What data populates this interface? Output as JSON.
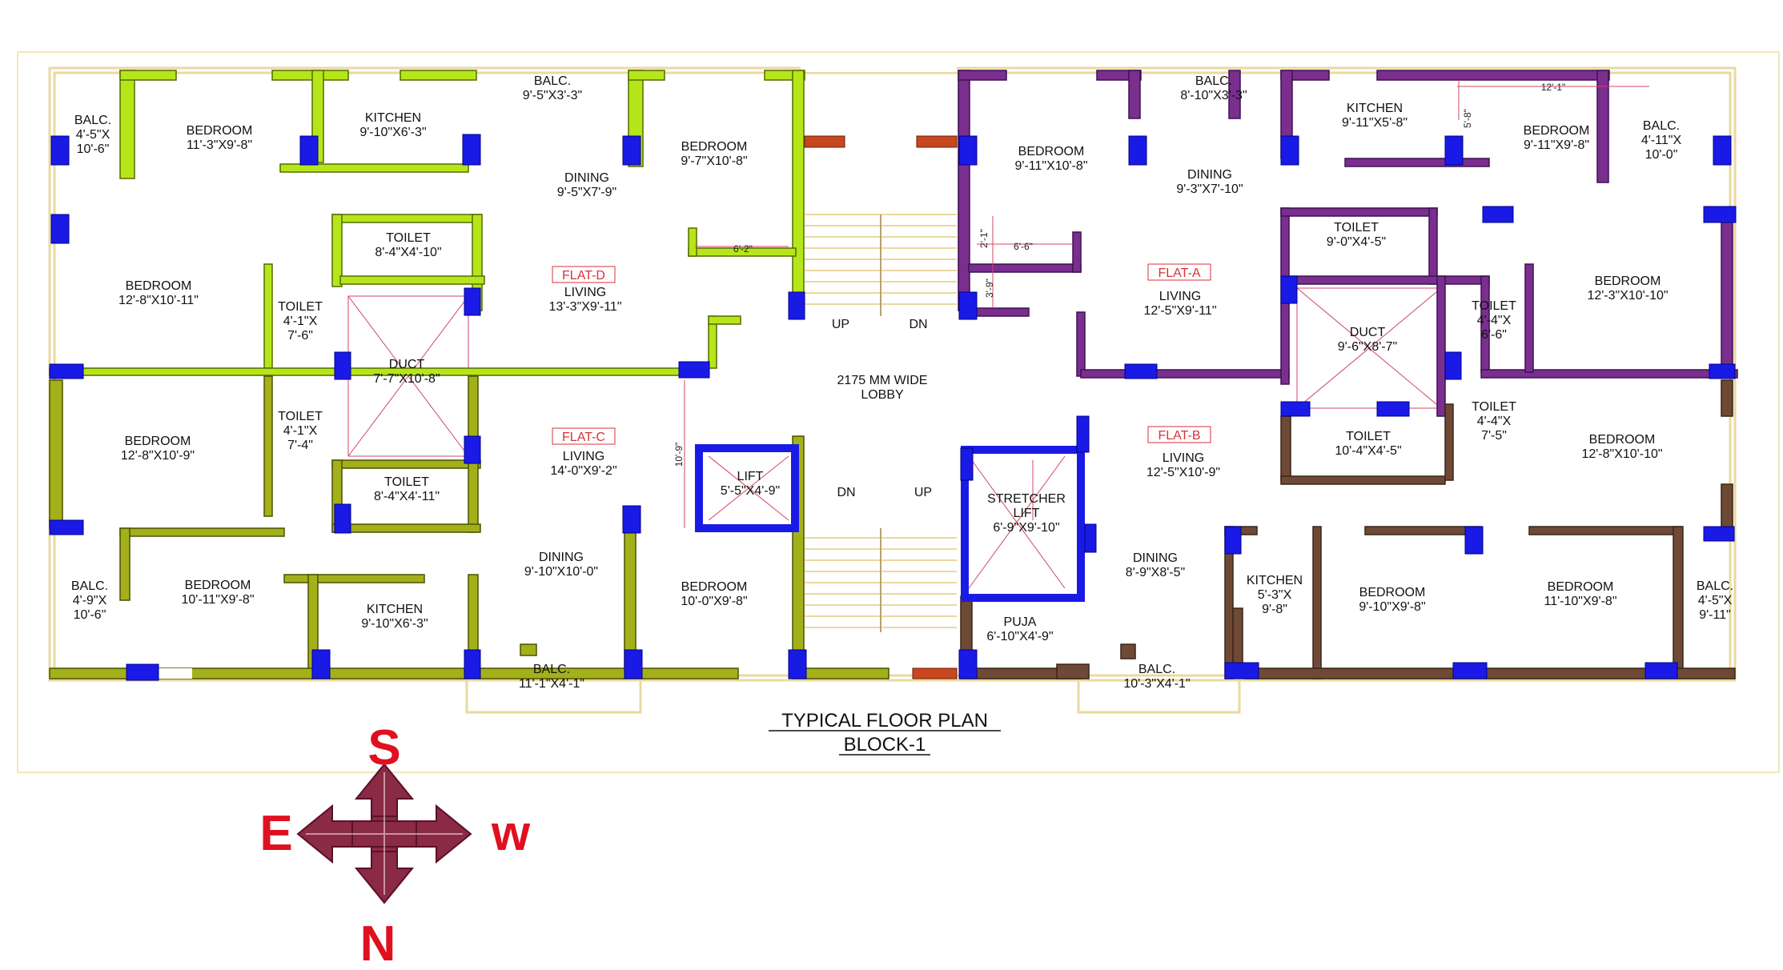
{
  "plan": {
    "title": "TYPICAL FLOOR PLAN",
    "subtitle": "BLOCK-1",
    "colors": {
      "flat_d": "#b6e61a",
      "flat_c": "#a3b01a",
      "flat_a": "#7a2f8f",
      "flat_b": "#6e4a36",
      "column": "#1a1ae6",
      "beam_red": "#c8471e",
      "balcony_rail": "#ead9a0",
      "compass_arrow": "#8a2a44",
      "compass_text": "#e01020",
      "flat_label": "#d8323a"
    },
    "flats": [
      {
        "name": "FLAT-D",
        "key": "d"
      },
      {
        "name": "FLAT-C",
        "key": "c"
      },
      {
        "name": "FLAT-A",
        "key": "a"
      },
      {
        "name": "FLAT-B",
        "key": "b"
      }
    ],
    "rooms": [
      {
        "id": "d-balc-w",
        "lines": [
          "BALC.",
          "4'-5\"X",
          "10'-6\""
        ]
      },
      {
        "id": "d-bedroom-1",
        "lines": [
          "BEDROOM",
          "11'-3\"X9'-8\""
        ]
      },
      {
        "id": "d-kitchen",
        "lines": [
          "KITCHEN",
          "9'-10\"X6'-3\""
        ]
      },
      {
        "id": "d-balc-top",
        "lines": [
          "BALC.",
          "9'-5\"X3'-3\""
        ]
      },
      {
        "id": "d-bedroom-2",
        "lines": [
          "BEDROOM",
          "9'-7\"X10'-8\""
        ]
      },
      {
        "id": "d-dining",
        "lines": [
          "DINING",
          "9'-5\"X7'-9\""
        ]
      },
      {
        "id": "d-toilet-1",
        "lines": [
          "TOILET",
          "8'-4\"X4'-10\""
        ]
      },
      {
        "id": "d-bedroom-3",
        "lines": [
          "BEDROOM",
          "12'-8\"X10'-11\""
        ]
      },
      {
        "id": "d-toilet-2",
        "lines": [
          "TOILET",
          "4'-1\"X",
          "7'-6\""
        ]
      },
      {
        "id": "d-living",
        "lines": [
          "LIVING",
          "13'-3\"X9'-11\""
        ]
      },
      {
        "id": "duct-left",
        "lines": [
          "DUCT",
          "7'-7\"X10'-8\""
        ]
      },
      {
        "id": "c-bedroom-1",
        "lines": [
          "BEDROOM",
          "12'-8\"X10'-9\""
        ]
      },
      {
        "id": "c-toilet-1",
        "lines": [
          "TOILET",
          "4'-1\"X",
          "7'-4\""
        ]
      },
      {
        "id": "c-toilet-2",
        "lines": [
          "TOILET",
          "8'-4\"X4'-11\""
        ]
      },
      {
        "id": "c-living",
        "lines": [
          "LIVING",
          "14'-0\"X9'-2\""
        ]
      },
      {
        "id": "c-balc-w",
        "lines": [
          "BALC.",
          "4'-9\"X",
          "10'-6\""
        ]
      },
      {
        "id": "c-bedroom-2",
        "lines": [
          "BEDROOM",
          "10'-11\"X9'-8\""
        ]
      },
      {
        "id": "c-kitchen",
        "lines": [
          "KITCHEN",
          "9'-10\"X6'-3\""
        ]
      },
      {
        "id": "c-dining",
        "lines": [
          "DINING",
          "9'-10\"X10'-0\""
        ]
      },
      {
        "id": "c-bedroom-3",
        "lines": [
          "BEDROOM",
          "10'-0\"X9'-8\""
        ]
      },
      {
        "id": "c-balc-bottom",
        "lines": [
          "BALC.",
          "11'-1\"X4'-1\""
        ]
      },
      {
        "id": "lift",
        "lines": [
          "LIFT",
          "5'-5\"X4'-9\""
        ]
      },
      {
        "id": "lobby",
        "lines": [
          "2175 MM WIDE",
          "LOBBY"
        ]
      },
      {
        "id": "stretcher-lift",
        "lines": [
          "STRETCHER",
          "LIFT",
          "6'-9\"X9'-10\""
        ]
      },
      {
        "id": "puja",
        "lines": [
          "PUJA",
          "6'-10\"X4'-9\""
        ]
      },
      {
        "id": "a-balc-top",
        "lines": [
          "BALC.",
          "8'-10\"X3'-3\""
        ]
      },
      {
        "id": "a-bedroom-1",
        "lines": [
          "BEDROOM",
          "9'-11\"X10'-8\""
        ]
      },
      {
        "id": "a-dining",
        "lines": [
          "DINING",
          "9'-3\"X7'-10\""
        ]
      },
      {
        "id": "a-kitchen",
        "lines": [
          "KITCHEN",
          "9'-11\"X5'-8\""
        ]
      },
      {
        "id": "a-bedroom-2",
        "lines": [
          "BEDROOM",
          "9'-11\"X9'-8\""
        ]
      },
      {
        "id": "a-balc-e",
        "lines": [
          "BALC.",
          "4'-11\"X",
          "10'-0\""
        ]
      },
      {
        "id": "a-toilet-1",
        "lines": [
          "TOILET",
          "9'-0\"X4'-5\""
        ]
      },
      {
        "id": "a-living",
        "lines": [
          "LIVING",
          "12'-5\"X9'-11\""
        ]
      },
      {
        "id": "a-bedroom-3",
        "lines": [
          "BEDROOM",
          "12'-3\"X10'-10\""
        ]
      },
      {
        "id": "duct-right",
        "lines": [
          "DUCT",
          "9'-6\"X8'-7\""
        ]
      },
      {
        "id": "a-toilet-2",
        "lines": [
          "TOILET",
          "4'-4\"X",
          "6'-6\""
        ]
      },
      {
        "id": "b-toilet-1",
        "lines": [
          "TOILET",
          "4'-4\"X",
          "7'-5\""
        ]
      },
      {
        "id": "b-toilet-2",
        "lines": [
          "TOILET",
          "10'-4\"X4'-5\""
        ]
      },
      {
        "id": "b-living",
        "lines": [
          "LIVING",
          "12'-5\"X10'-9\""
        ]
      },
      {
        "id": "b-bedroom-1",
        "lines": [
          "BEDROOM",
          "12'-8\"X10'-10\""
        ]
      },
      {
        "id": "b-dining",
        "lines": [
          "DINING",
          "8'-9\"X8'-5\""
        ]
      },
      {
        "id": "b-kitchen",
        "lines": [
          "KITCHEN",
          "5'-3\"X",
          "9'-8\""
        ]
      },
      {
        "id": "b-bedroom-2",
        "lines": [
          "BEDROOM",
          "9'-10\"X9'-8\""
        ]
      },
      {
        "id": "b-bedroom-3",
        "lines": [
          "BEDROOM",
          "11'-10\"X9'-8\""
        ]
      },
      {
        "id": "b-balc-e",
        "lines": [
          "BALC.",
          "4'-5\"X",
          "9'-11\""
        ]
      },
      {
        "id": "b-balc-bottom",
        "lines": [
          "BALC.",
          "10'-3\"X4'-1\""
        ]
      }
    ],
    "stairs": [
      {
        "id": "stair-up-top",
        "label": "UP"
      },
      {
        "id": "stair-dn-top",
        "label": "DN"
      },
      {
        "id": "stair-dn-bottom",
        "label": "DN"
      },
      {
        "id": "stair-up-bottom",
        "label": "UP"
      }
    ],
    "dimensions": [
      {
        "id": "dim-6-2",
        "text": "6'-2\""
      },
      {
        "id": "dim-10-9",
        "text": "10'-9\""
      },
      {
        "id": "dim-2-1",
        "text": "2'-1\""
      },
      {
        "id": "dim-6-6",
        "text": "6'-6\""
      },
      {
        "id": "dim-3-9",
        "text": "3'-9\""
      },
      {
        "id": "dim-12-1",
        "text": "12'-1\""
      },
      {
        "id": "dim-5-8",
        "text": "5'-8\""
      }
    ],
    "compass": {
      "north": "N",
      "south": "S",
      "east": "E",
      "west": "w"
    }
  }
}
